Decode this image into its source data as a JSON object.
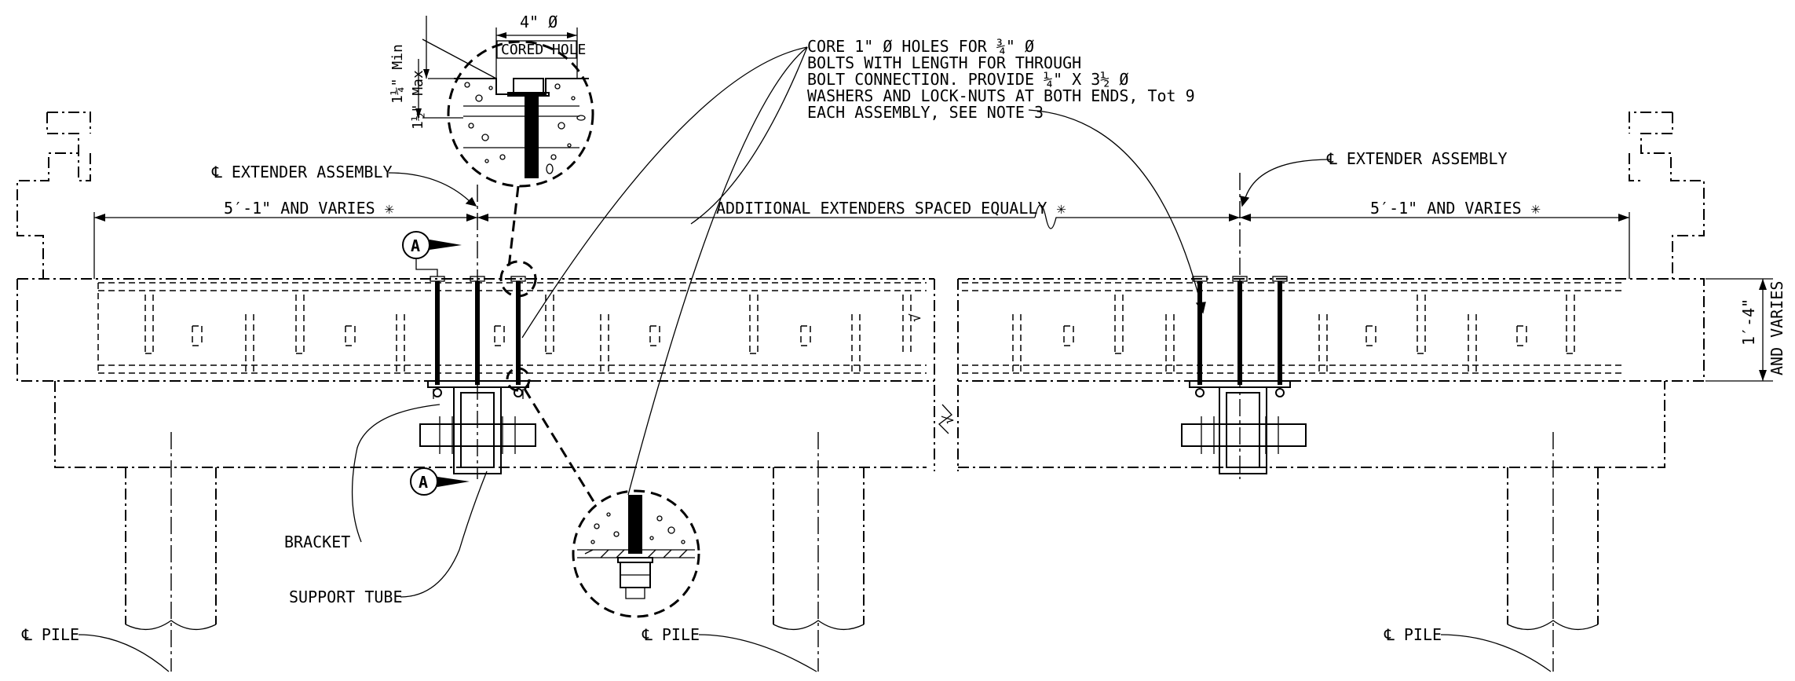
{
  "labels": {
    "extender_left": "℄ EXTENDER ASSEMBLY",
    "extender_right": "℄ EXTENDER ASSEMBLY",
    "dim_left": "5′-1\" AND VARIES ✳",
    "dim_right": "5′-1\" AND VARIES ✳",
    "dim_middle": "ADDITIONAL EXTENDERS SPACED EQUALLY ✳",
    "bracket": "BRACKET",
    "support_tube": "SUPPORT TUBE",
    "pile_1": "℄ PILE",
    "pile_2": "℄ PILE",
    "pile_3": "℄ PILE",
    "section_mark": "A",
    "height_value": "1′-4\"",
    "height_note": "AND VARIES",
    "break_mark": "√"
  },
  "detail_top": {
    "diameter": "4\" Ø",
    "cored_hole": "CORED HOLE",
    "min_label": "1¼\" Min",
    "max_label": "1½\" Max"
  },
  "note": {
    "lines": [
      "CORE 1\" Ø HOLES FOR ¾\" Ø",
      "BOLTS WITH LENGTH FOR THROUGH",
      "BOLT CONNECTION.  PROVIDE ¼\" X 3½  Ø",
      "WASHERS AND LOCK-NUTS AT BOTH ENDS, Tot 9",
      "EACH ASSEMBLY, SEE NOTE 3"
    ]
  }
}
